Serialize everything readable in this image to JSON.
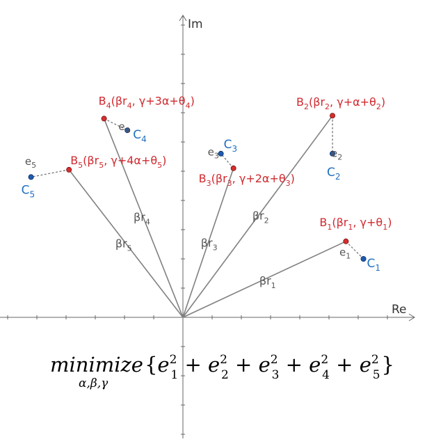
{
  "axes": {
    "x_label": "Re",
    "y_label": "Im"
  },
  "colors": {
    "axis": "#666666",
    "vector": "#808080",
    "error_line": "#777777",
    "point_b": "#d32f2f",
    "point_c": "#1e5bb0",
    "label_b": "#d0282e",
    "label_c": "#1e6fc0",
    "label_gray": "#555555",
    "formula": "#000000"
  },
  "points": [
    {
      "id": 1,
      "vector_label": "βr",
      "vector_sub": "1",
      "b_label": "B",
      "b_sub": "1",
      "b_args": [
        "(βr",
        "1",
        ", γ+θ",
        "1",
        ")"
      ],
      "c_label": "C",
      "c_sub": "1",
      "e_label": "e",
      "e_sub": "1",
      "b_x": 5.58,
      "b_y": 2.6,
      "c_x": 6.18,
      "c_y": 2.0
    },
    {
      "id": 2,
      "vector_label": "βr",
      "vector_sub": "2",
      "b_label": "B",
      "b_sub": "2",
      "b_args": [
        "(βr",
        "2",
        ", γ+α+θ",
        "2",
        ")"
      ],
      "c_label": "C",
      "c_sub": "2",
      "e_label": "e",
      "e_sub": "2",
      "b_x": 5.12,
      "b_y": 6.9,
      "c_x": 5.12,
      "c_y": 5.6
    },
    {
      "id": 3,
      "vector_label": "βr",
      "vector_sub": "3",
      "b_label": "B",
      "b_sub": "3",
      "b_args": [
        "(βr",
        "3",
        ", γ+2α+θ",
        "3",
        ")"
      ],
      "c_label": "C",
      "c_sub": "3",
      "e_label": "e",
      "e_sub": "3",
      "b_x": 1.73,
      "b_y": 5.1,
      "c_x": 1.3,
      "c_y": 5.6
    },
    {
      "id": 4,
      "vector_label": "βr",
      "vector_sub": "4",
      "b_label": "B",
      "b_sub": "4",
      "b_args": [
        "(βr",
        "4",
        ", γ+3α+θ",
        "4",
        ")"
      ],
      "c_label": "C",
      "c_sub": "4",
      "e_label": "e",
      "e_sub": "4",
      "b_x": -2.7,
      "b_y": 6.8,
      "c_x": -1.9,
      "c_y": 6.4
    },
    {
      "id": 5,
      "vector_label": "βr",
      "vector_sub": "5",
      "b_label": "B",
      "b_sub": "5",
      "b_args": [
        "(βr",
        "5",
        ", γ+4α+θ",
        "5",
        ")"
      ],
      "c_label": "C",
      "c_sub": "5",
      "e_label": "e",
      "e_sub": "5",
      "b_x": -3.9,
      "b_y": 5.05,
      "c_x": -5.2,
      "c_y": 4.8
    }
  ],
  "formula": {
    "operator": "minimize",
    "under": "α,β,γ",
    "open": "{",
    "close": "}",
    "terms": [
      {
        "base": "e",
        "sub": "1",
        "sup": "2"
      },
      {
        "base": "e",
        "sub": "2",
        "sup": "2"
      },
      {
        "base": "e",
        "sub": "3",
        "sup": "2"
      },
      {
        "base": "e",
        "sub": "4",
        "sup": "2"
      },
      {
        "base": "e",
        "sub": "5",
        "sup": "2"
      }
    ],
    "plus": "+"
  }
}
